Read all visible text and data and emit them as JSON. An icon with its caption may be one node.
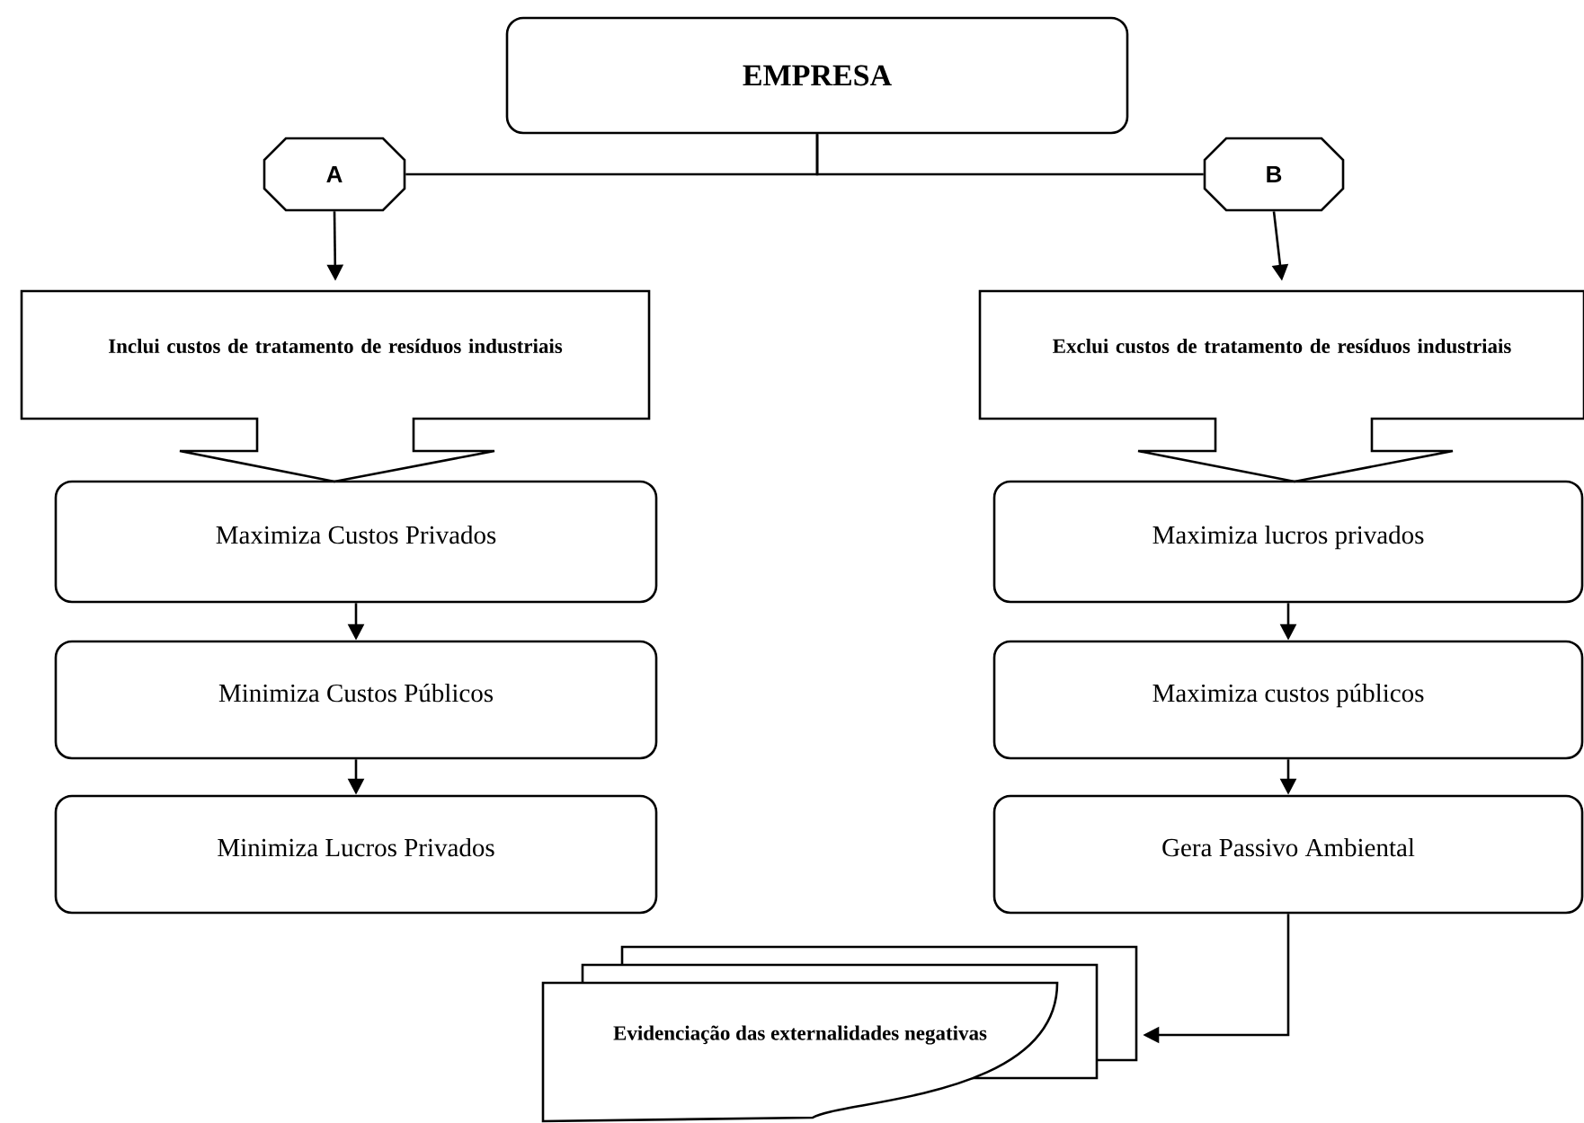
{
  "diagram": {
    "nodes": [
      {
        "text": [
          "EMPRESA"
        ]
      },
      {
        "text": [
          "A"
        ]
      },
      {
        "text": [
          "B"
        ]
      },
      {
        "text": [
          "Inclui custos de tratamento de resíduos industriais"
        ]
      },
      {
        "text": [
          "Exclui custos de tratamento de resíduos industriais"
        ]
      },
      {
        "text": [
          "Maximiza Custos Privados"
        ]
      },
      {
        "text": [
          "Minimiza Custos Públicos"
        ]
      },
      {
        "text": [
          "Minimiza Lucros Privados"
        ]
      },
      {
        "text": [
          "Maximiza lucros privados"
        ]
      },
      {
        "text": [
          "Maximiza custos públicos"
        ]
      },
      {
        "text": [
          "Gera Passivo Ambiental"
        ]
      },
      {
        "text": [
          "Evidenciação das externalidades negativas"
        ]
      }
    ],
    "edges": [
      {
        "from": 0,
        "to": 1,
        "arrow": "none"
      },
      {
        "from": 0,
        "to": 2,
        "arrow": "none"
      },
      {
        "from": 1,
        "to": 3,
        "arrow": "to"
      },
      {
        "from": 2,
        "to": 4,
        "arrow": "to"
      },
      {
        "from": 5,
        "to": 6,
        "arrow": "to"
      },
      {
        "from": 6,
        "to": 7,
        "arrow": "to"
      },
      {
        "from": 8,
        "to": 9,
        "arrow": "to"
      },
      {
        "from": 9,
        "to": 10,
        "arrow": "to"
      },
      {
        "from": 10,
        "to": 11,
        "arrow": "to"
      }
    ]
  }
}
